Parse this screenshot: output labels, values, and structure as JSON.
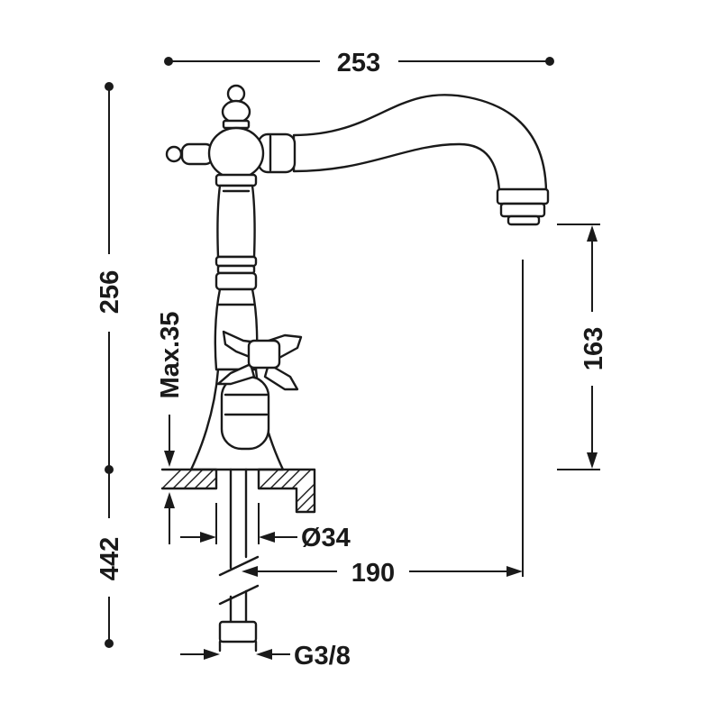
{
  "dimensions": {
    "width_top": "253",
    "height_total": "256",
    "height_below": "442",
    "spout_height": "163",
    "max_deck": "Max.35",
    "hole_diameter": "Ø34",
    "reach": "190",
    "thread": "G3/8"
  },
  "colors": {
    "line": "#1a1a1a",
    "background": "#ffffff"
  }
}
